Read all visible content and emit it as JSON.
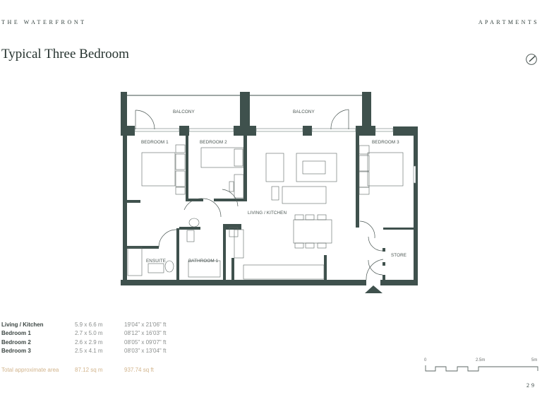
{
  "header": {
    "brand_left": "THE WATERFRONT",
    "brand_right": "APARTMENTS"
  },
  "page": {
    "title": "Typical Three Bedroom",
    "page_number": "29",
    "compass_icon": "north-arrow-icon"
  },
  "floorplan": {
    "wall_color": "#3f514d",
    "rooms": {
      "balcony_left": "BALCONY",
      "balcony_right": "BALCONY",
      "bedroom1": "BEDROOM 1",
      "bedroom2": "BEDROOM 2",
      "bedroom3": "BEDROOM 3",
      "living_kitchen": "LIVING / KITCHEN",
      "ensuite": "ENSUITE",
      "bathroom1": "BATHROOM 1",
      "store": "STORE"
    },
    "entrance_icon": "entrance-arrow-icon"
  },
  "dimensions": {
    "rows": [
      {
        "room": "Living / Kitchen",
        "metric": "5.9 x 6.6 m",
        "imperial": "19'04\" x 21'06\" ft"
      },
      {
        "room": "Bedroom 1",
        "metric": "2.7 x 5.0 m",
        "imperial": "08'12\" x 16'03\" ft"
      },
      {
        "room": "Bedroom 2",
        "metric": "2.6 x 2.9 m",
        "imperial": "08'05\" x 09'07\" ft"
      },
      {
        "room": "Bedroom 3",
        "metric": "2.5 x 4.1 m",
        "imperial": "08'03\" x 13'04\" ft"
      }
    ],
    "total": {
      "label": "Total approximate area",
      "metric": "87.12 sq m",
      "imperial": "937.74 sq ft"
    },
    "accent_color": "#d2b48c"
  },
  "scale_bar": {
    "labels": [
      "0",
      "2.5m",
      "5m"
    ]
  }
}
